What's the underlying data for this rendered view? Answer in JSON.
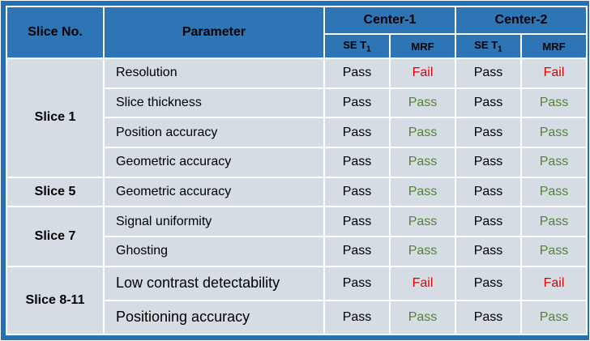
{
  "colors": {
    "border_blue": "#2470B3",
    "header_bg": "#2E75B6",
    "body_bg": "#D6DCE4",
    "pass_green": "#548235",
    "fail_red": "#E00000"
  },
  "table": {
    "header": {
      "slice_no": "Slice No.",
      "parameter": "Parameter",
      "center1": "Center-1",
      "center2": "Center-2",
      "se_base": "SE T",
      "se_sub": "1",
      "mrf": "MRF"
    },
    "groups": [
      {
        "slice": "Slice 1",
        "rows": [
          {
            "parameter": "Resolution",
            "values": [
              "Pass",
              "Fail",
              "Pass",
              "Fail"
            ],
            "large": false
          },
          {
            "parameter": "Slice thickness",
            "values": [
              "Pass",
              "Pass",
              "Pass",
              "Pass"
            ],
            "large": false
          },
          {
            "parameter": "Position accuracy",
            "values": [
              "Pass",
              "Pass",
              "Pass",
              "Pass"
            ],
            "large": false
          },
          {
            "parameter": "Geometric accuracy",
            "values": [
              "Pass",
              "Pass",
              "Pass",
              "Pass"
            ],
            "large": false
          }
        ]
      },
      {
        "slice": "Slice 5",
        "rows": [
          {
            "parameter": "Geometric accuracy",
            "values": [
              "Pass",
              "Pass",
              "Pass",
              "Pass"
            ],
            "large": false
          }
        ]
      },
      {
        "slice": "Slice 7",
        "rows": [
          {
            "parameter": "Signal uniformity",
            "values": [
              "Pass",
              "Pass",
              "Pass",
              "Pass"
            ],
            "large": false
          },
          {
            "parameter": "Ghosting",
            "values": [
              "Pass",
              "Pass",
              "Pass",
              "Pass"
            ],
            "large": false
          }
        ]
      },
      {
        "slice": "Slice 8-11",
        "rows": [
          {
            "parameter": "Low contrast detectability",
            "values": [
              "Pass",
              "Fail",
              "Pass",
              "Fail"
            ],
            "large": true
          },
          {
            "parameter": "Positioning accuracy",
            "values": [
              "Pass",
              "Pass",
              "Pass",
              "Pass"
            ],
            "large": true
          }
        ]
      }
    ]
  }
}
